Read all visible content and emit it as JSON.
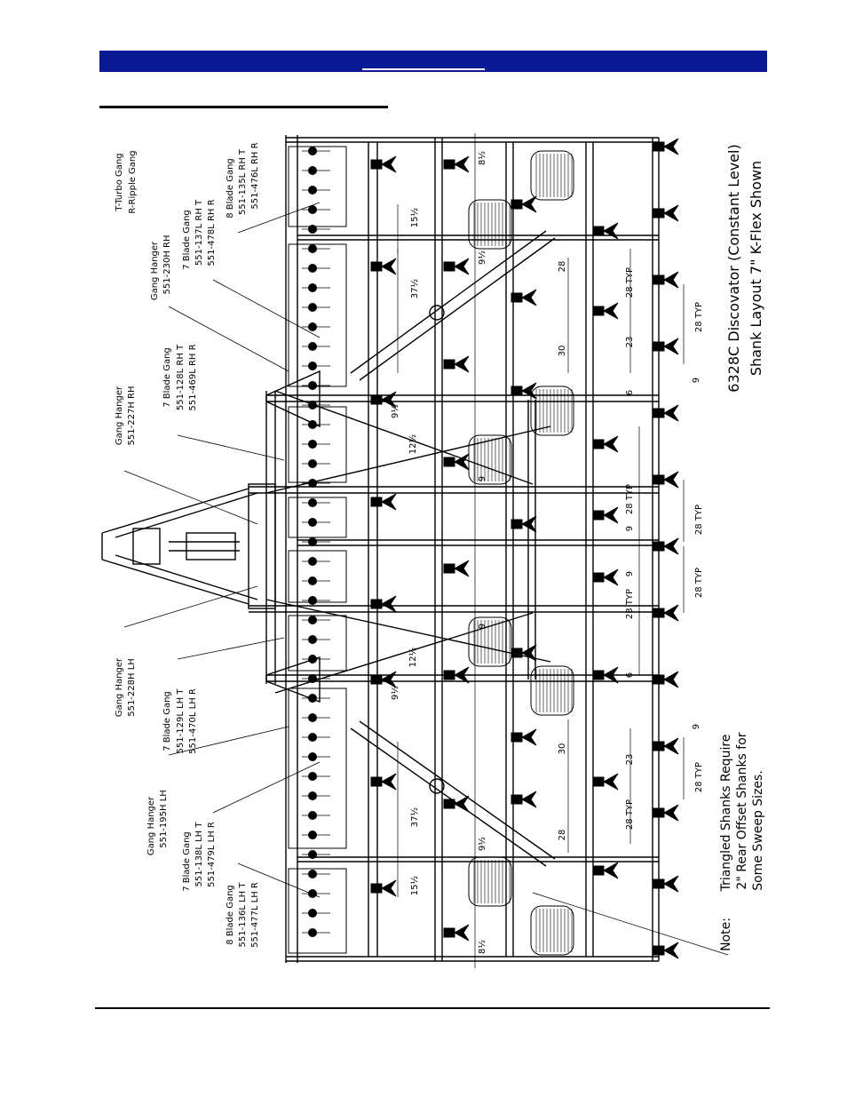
{
  "callouts": {
    "turbo_ripple": [
      "T-Turbo Gang",
      "R-Ripple Gang"
    ],
    "rh_8blade": [
      "8 Blade Gang",
      "551-135L RH T",
      "551-476L RH R"
    ],
    "rh_7blade_a": [
      "7 Blade Gang",
      "551-137L RH T",
      "551-478L RH R"
    ],
    "rh_hanger_a": [
      "Gang Hanger",
      "551-230H RH"
    ],
    "rh_7blade_b": [
      "7 Blade Gang",
      "551-128L RH T",
      "551-469L RH R"
    ],
    "rh_hanger_b": [
      "Gang Hanger",
      "551-227H RH"
    ],
    "lh_hanger_a": [
      "Gang Hanger",
      "551-228H LH"
    ],
    "lh_7blade_a": [
      "7 Blade Gang",
      "551-129L LH T",
      "551-470L LH R"
    ],
    "lh_hanger_b": [
      "Gang Hanger",
      "551-195H LH"
    ],
    "lh_7blade_b": [
      "7 Blade Gang",
      "551-138L LH T",
      "551-479L LH R"
    ],
    "lh_8blade": [
      "8 Blade Gang",
      "551-136L LH T",
      "551-477L LH R"
    ]
  },
  "title": {
    "line1": "6328C Discovator (Constant Level)",
    "line2": "Shank Layout 7\"   K-Flex Shown"
  },
  "note": {
    "label": "Note:",
    "line1": "Triangled Shanks Require",
    "line2": "2\" Rear Offset Shanks for",
    "line3": "Some Sweep Sizes."
  },
  "dimensions": {
    "d8half": "8½",
    "d15half": "15½",
    "d9half": "9½",
    "d37half": "37½",
    "d12half": "12½",
    "d28": "28",
    "d30": "30",
    "d23": "23",
    "d9": "9",
    "d6": "6",
    "d28typ": "28 TYP"
  }
}
